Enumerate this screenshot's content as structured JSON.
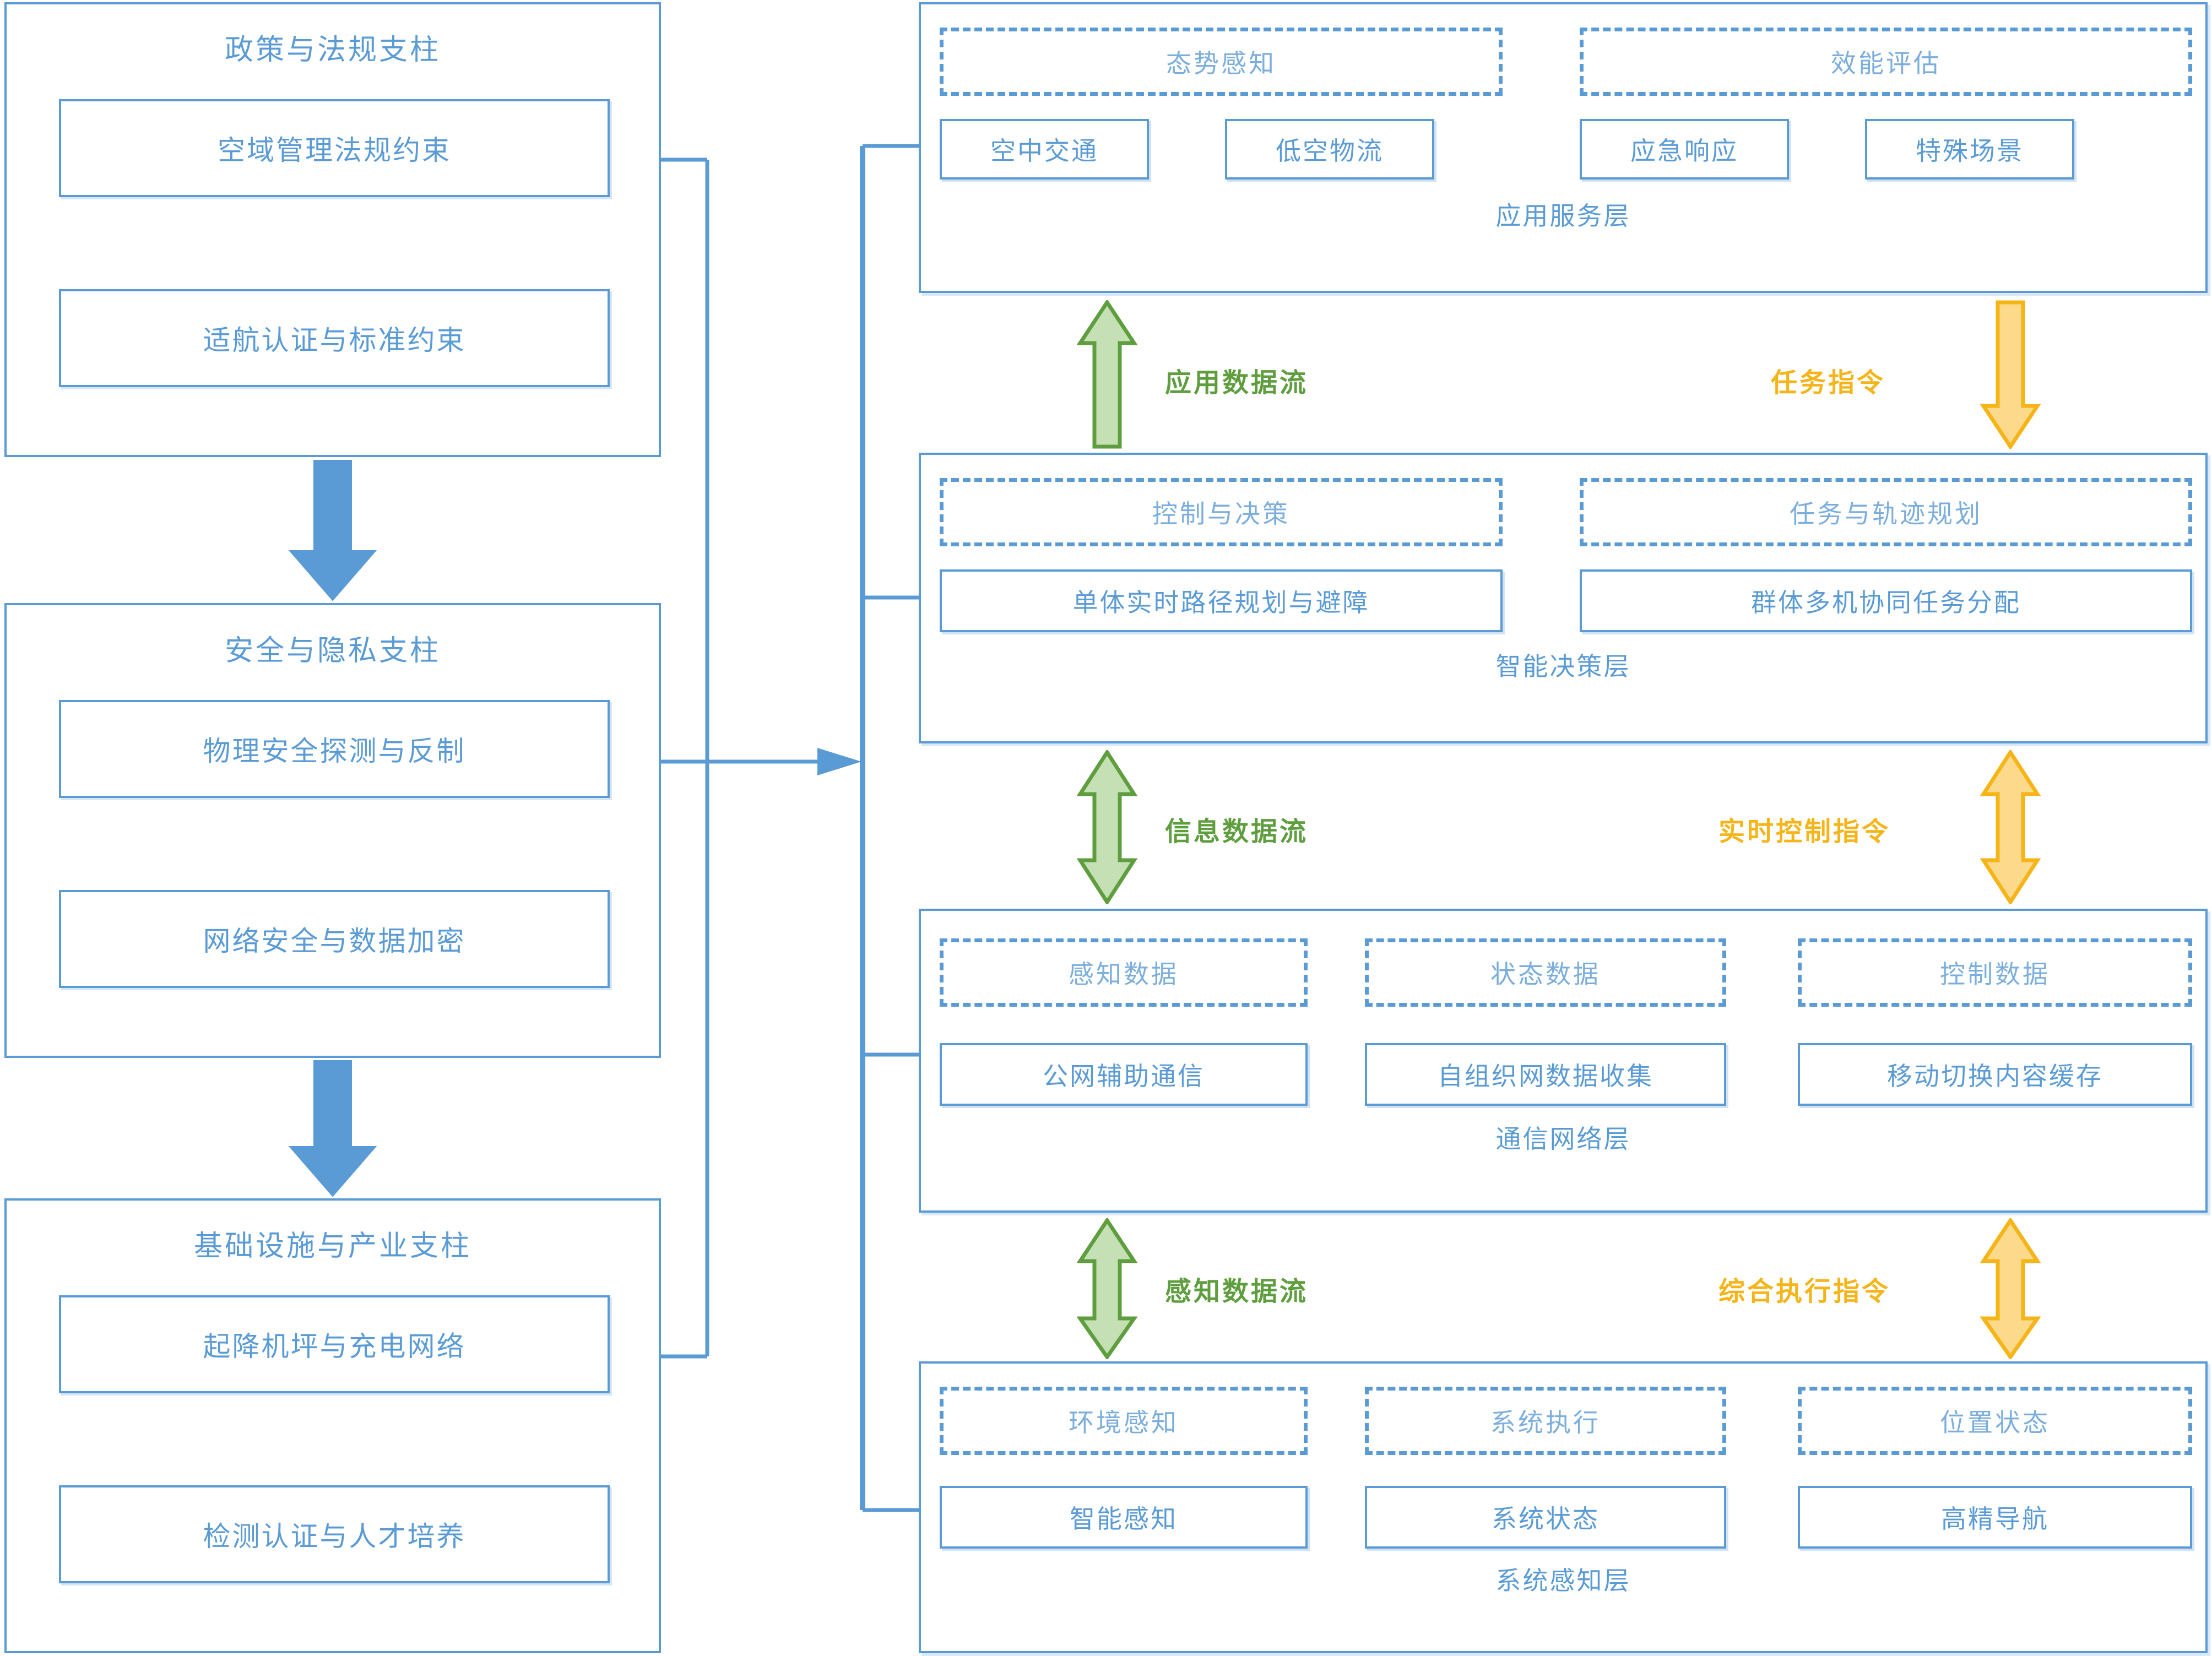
{
  "colors": {
    "blue": "#5B9BD5",
    "blue_dark": "#41719C",
    "green_fill": "#C5E0B4",
    "green_line": "#5E9E3E",
    "yellow_fill": "#FCD98B",
    "yellow_line": "#F5B417",
    "text_blue": "#5B9BD5"
  },
  "pillars": [
    {
      "title": "政策与法规支柱",
      "items": [
        "空域管理法规约束",
        "适航认证与标准约束"
      ]
    },
    {
      "title": "安全与隐私支柱",
      "items": [
        "物理安全探测与反制",
        "网络安全与数据加密"
      ]
    },
    {
      "title": "基础设施与产业支柱",
      "items": [
        "起降机坪与充电网络",
        "检测认证与人才培养"
      ]
    }
  ],
  "layers": [
    {
      "name": "应用服务层",
      "dashed": [
        "态势感知",
        "效能评估"
      ],
      "solid": [
        "空中交通",
        "低空物流",
        "应急响应",
        "特殊场景"
      ]
    },
    {
      "name": "智能决策层",
      "dashed": [
        "控制与决策",
        "任务与轨迹规划"
      ],
      "solid": [
        "单体实时路径规划与避障",
        "群体多机协同任务分配"
      ]
    },
    {
      "name": "通信网络层",
      "dashed": [
        "感知数据",
        "状态数据",
        "控制数据"
      ],
      "solid": [
        "公网辅助通信",
        "自组织网数据收集",
        "移动切换内容缓存"
      ]
    },
    {
      "name": "系统感知层",
      "dashed": [
        "环境感知",
        "系统执行",
        "位置状态"
      ],
      "solid": [
        "智能感知",
        "系统状态",
        "高精导航"
      ]
    }
  ],
  "flows": [
    {
      "label": "应用数据流",
      "color": "green",
      "direction": "up"
    },
    {
      "label": "任务指令",
      "color": "yellow",
      "direction": "down"
    },
    {
      "label": "信息数据流",
      "color": "green",
      "direction": "both"
    },
    {
      "label": "实时控制指令",
      "color": "yellow",
      "direction": "both"
    },
    {
      "label": "感知数据流",
      "color": "green",
      "direction": "both"
    },
    {
      "label": "综合执行指令",
      "color": "yellow",
      "direction": "both"
    }
  ]
}
